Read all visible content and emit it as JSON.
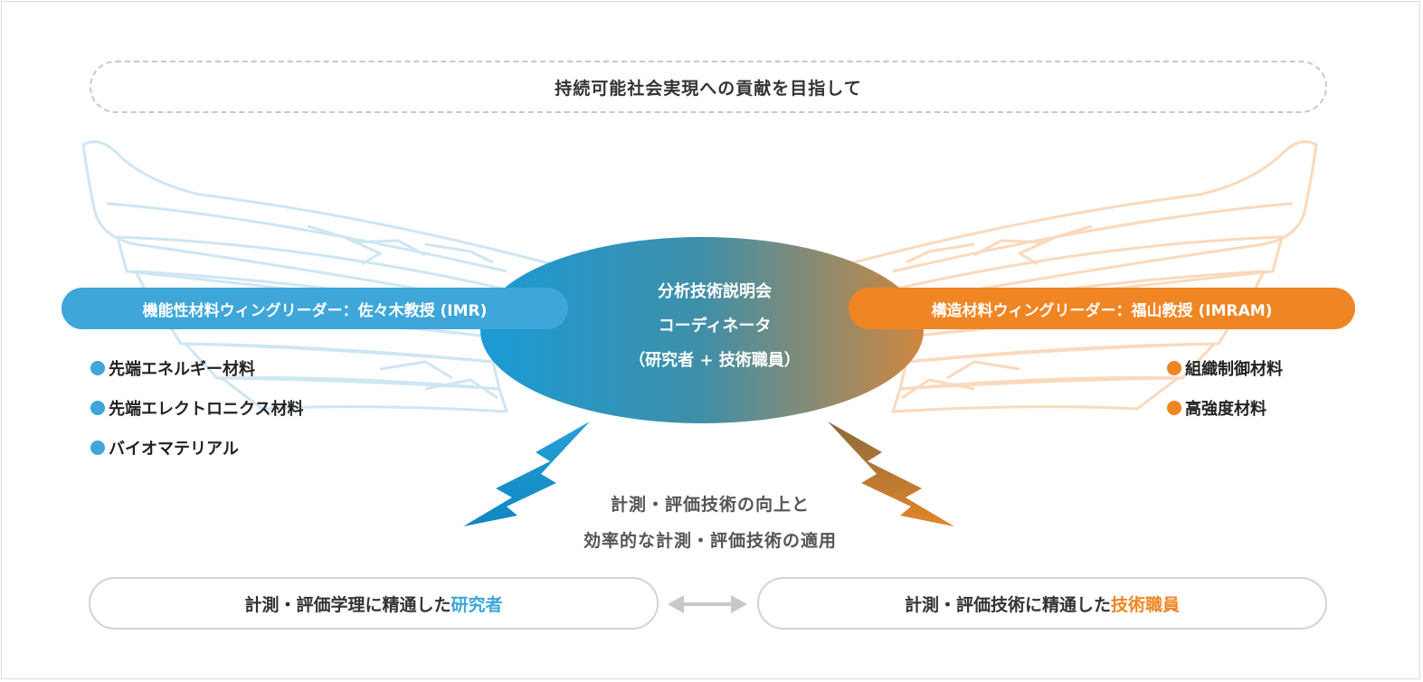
{
  "goal": "持続可能社会実現への貢献を目指して",
  "left_leader": "機能性材料ウィングリーダー：佐々木教授 (IMR)",
  "right_leader": "構造材料ウィングリーダー：福山教授 (IMRAM)",
  "center": {
    "line1": "分析技術説明会",
    "line2": "コーディネータ",
    "line3": "（研究者 + 技術職員）"
  },
  "left_items": [
    "先端エネルギー材料",
    "先端エレクトロニクス材料",
    "バイオマテリアル"
  ],
  "right_items": [
    "組織制御材料",
    "高強度材料"
  ],
  "middle": {
    "line1": "計測・評価技術の向上と",
    "line2": "効率的な計測・評価技術の適用"
  },
  "bottom_left": {
    "prefix": "計測・評価学理に精通した",
    "highlight": "研究者"
  },
  "bottom_right": {
    "prefix": "計測・評価技術に精通した",
    "highlight": "技術職員"
  },
  "colors": {
    "blue": "#3ea6d9",
    "orange": "#f08524",
    "wing_blue": "#cfe6f3",
    "wing_orange": "#fbd9bd"
  },
  "icons": [
    "left-wing-icon",
    "right-wing-icon",
    "lightning-left-icon",
    "lightning-right-icon",
    "double-arrow-icon"
  ]
}
